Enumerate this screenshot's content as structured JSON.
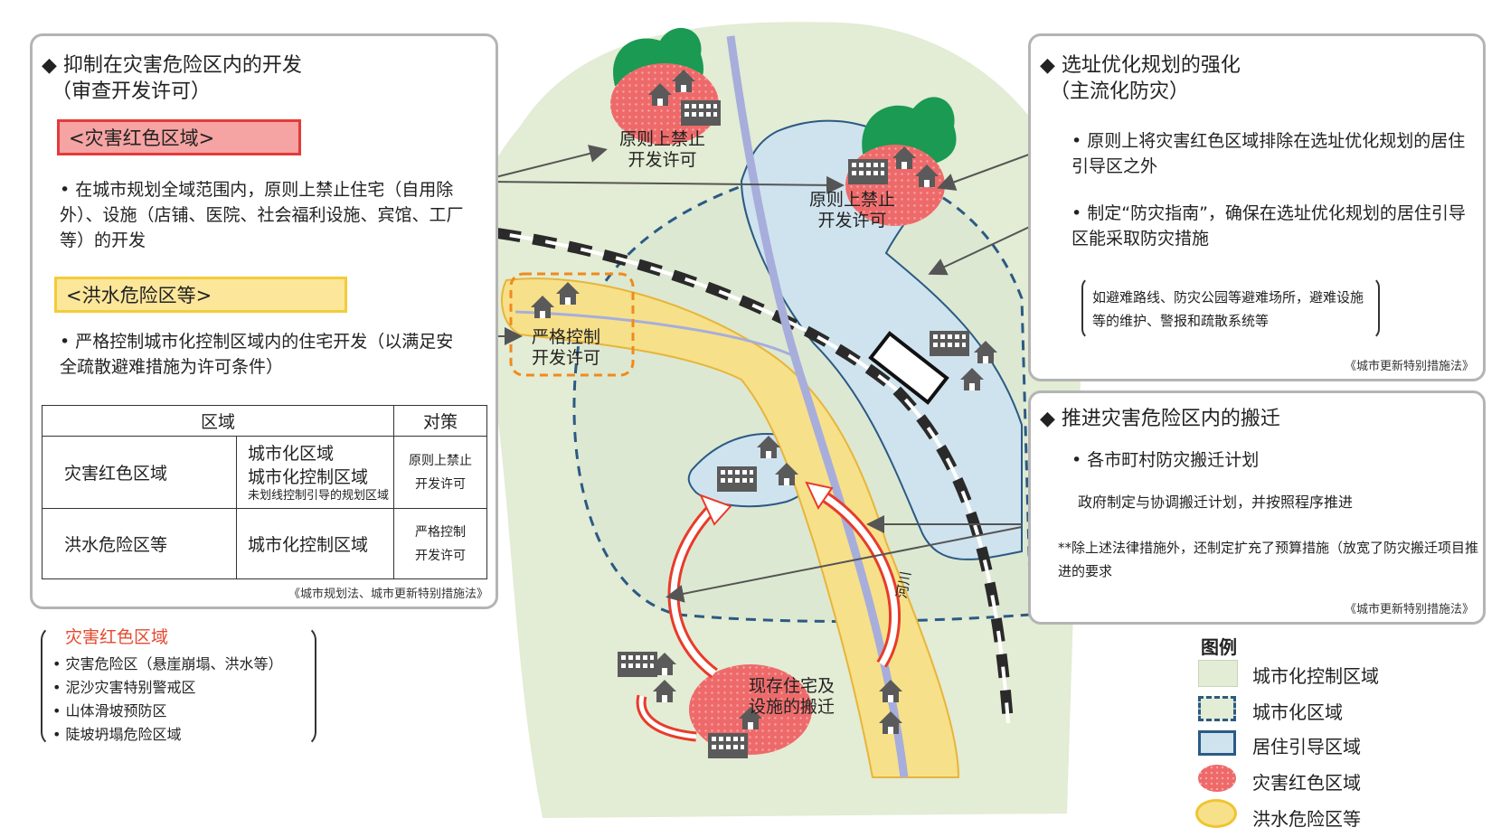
{
  "left_panel": {
    "heading": "◆ 抑制在灾害危险区内的开发\n　（审查开发许可）",
    "red_tag": "<灾害红色区域>",
    "red_text": "• 在城市规划全域范围内，原则上禁止住宅（自用除外）、设施（店铺、医院、社会福利设施、宾馆、工厂等）的开发",
    "yellow_tag": "<洪水危险区等>",
    "yellow_text": "• 严格控制城市化控制区域内的住宅开发（以满足安全疏散避难措施为许可条件）",
    "table": {
      "headers": [
        "区域",
        "对策"
      ],
      "rows": [
        {
          "zone": "灾害红色区域",
          "area": "城市化区域\n城市化控制区域",
          "note": "未划线控制引导的规划区域",
          "measure": "原则上禁止\n开发许可"
        },
        {
          "zone": "洪水危险区等",
          "area": "城市化控制区域",
          "note": "",
          "measure": "严格控制\n开发许可"
        }
      ]
    },
    "source": "《城市规划法、城市更新特别措施法》"
  },
  "red_zone_list": {
    "title": "灾害红色区域",
    "items": [
      "• 灾害危险区（悬崖崩塌、洪水等）",
      "• 泥沙灾害特别警戒区",
      "• 山体滑坡预防区",
      "• 陡坡坍塌危险区域"
    ]
  },
  "top_right_panel": {
    "heading": "◆ 选址优化规划的强化\n　（主流化防灾）",
    "bullet1": "• 原则上将灾害红色区域排除在选址优化规划的居住引导区之外",
    "bullet2": "• 制定“防灾指南”，确保在选址优化规划的居住引导区能采取防灾措施",
    "note": "如避难路线、防灾公园等避难场所，避难设施等的维护、警报和疏散系统等",
    "source": "《城市更新特别措施法》"
  },
  "bottom_right_panel": {
    "heading": "◆ 推进灾害危险区内的搬迁",
    "bullet1": "• 各市町村防灾搬迁计划",
    "sub": "政府制定与协调搬迁计划，并按照程序推进",
    "note": "**除上述法律措施外，还制定扩充了预算措施（放宽了防灾搬迁项目推进的要求",
    "source": "《城市更新特别措施法》"
  },
  "map_labels": {
    "prohibit_top": "原则上禁止\n开发许可",
    "prohibit_mid": "原则上禁止\n开发许可",
    "strict": "严格控制\n开发许可",
    "relocate": "现存住宅及\n设施的搬迁",
    "river": "河川"
  },
  "legend": {
    "title": "图例",
    "items": [
      {
        "label": "城市化控制区域",
        "color": "#e3ecd4"
      },
      {
        "label": "城市化区域",
        "color": "#e3ecd4"
      },
      {
        "label": "居住引导区域",
        "color": "#cfe3ee"
      },
      {
        "label": "灾害红色区域",
        "color": "#ee6a6a"
      },
      {
        "label": "洪水危险区等",
        "color": "#f7e08a"
      }
    ]
  },
  "colors": {
    "red_zone": "#ee6a6a",
    "flood_zone": "#f7e08a",
    "residential": "#cfe3ee",
    "control": "#e3ecd4",
    "river": "#a7aedb",
    "forest": "#1a9a52"
  }
}
